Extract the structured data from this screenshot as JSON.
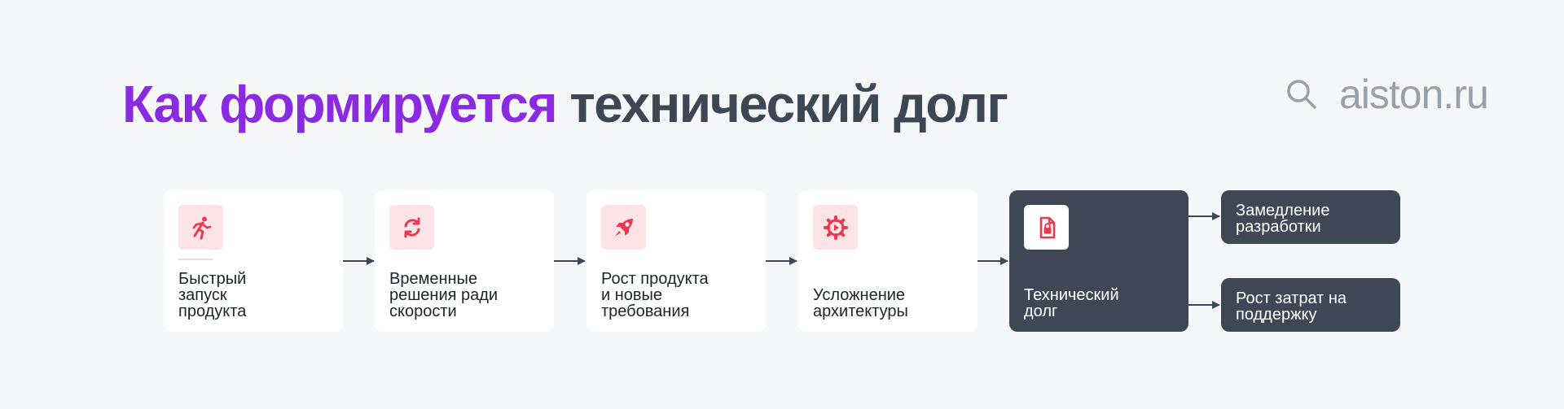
{
  "title": {
    "accent": "Как формируется",
    "rest": " технический долг"
  },
  "brand": {
    "icon": "search-icon",
    "text": "aiston.ru"
  },
  "colors": {
    "accent": "#8a2be2",
    "dark": "#3f4756",
    "icon": "#e8394f",
    "icon_bg": "#fde2e6"
  },
  "steps": [
    {
      "icon": "running-person-icon",
      "label": "Быстрый\nзапуск\nпродукта"
    },
    {
      "icon": "refresh-icon",
      "label": "Временные\nрешения ради\nскорости"
    },
    {
      "icon": "rocket-icon",
      "label": "Рост продукта\nи новые\nтребования"
    },
    {
      "icon": "gear-icon",
      "label": "Усложнение\nархитектуры"
    },
    {
      "icon": "locked-document-icon",
      "label": "Технический\nдолг"
    }
  ],
  "outcomes": [
    {
      "label": "Замедление\nразработки"
    },
    {
      "label": "Рост затрат на\nподдержку"
    }
  ]
}
